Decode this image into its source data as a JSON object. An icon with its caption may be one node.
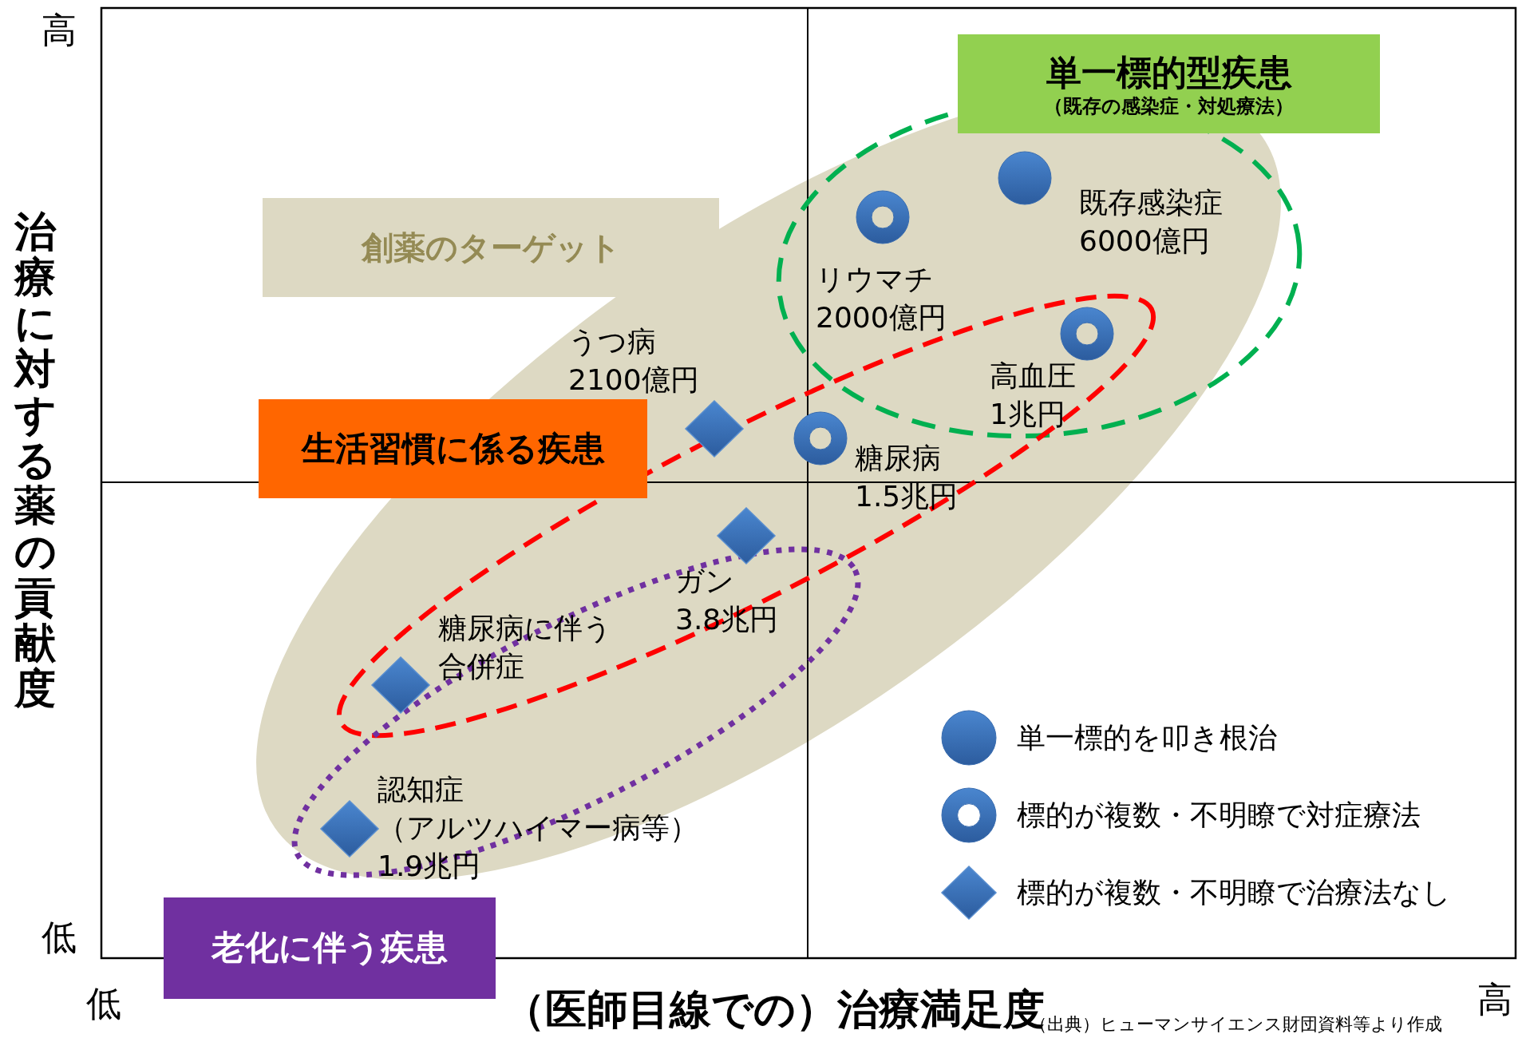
{
  "diagram": {
    "nodes": [
      {
        "text": [
          "単一標的型疾患",
          "（既存の感染症・対処療法）"
        ]
      },
      {
        "text": [
          "創薬のターゲット"
        ]
      },
      {
        "text": [
          "生活習慣に係る疾患"
        ]
      },
      {
        "text": [
          "老化に伴う疾患"
        ]
      },
      {
        "text": [],
        "shape": "circle",
        "beside": [
          "既存感染症 6000億円"
        ]
      },
      {
        "text": [],
        "shape": "ring",
        "beside": [
          "リウマチ 2000億円"
        ]
      },
      {
        "text": [],
        "shape": "ring",
        "beside": [
          "高血圧 1兆円"
        ]
      },
      {
        "text": [],
        "shape": "diamond",
        "beside": [
          "うつ病 2100億円"
        ]
      },
      {
        "text": [],
        "shape": "ring",
        "beside": [
          "糖尿病 1.5兆円"
        ]
      },
      {
        "text": [],
        "shape": "diamond",
        "beside": [
          "ガン 3.8兆円"
        ]
      },
      {
        "text": [],
        "shape": "diamond",
        "beside": [
          "糖尿病に伴う合併症"
        ]
      },
      {
        "text": [],
        "shape": "diamond",
        "beside": [
          "認知症（アルツハイマー病等）1.9兆円"
        ]
      }
    ],
    "labels": [
      "高",
      "治療に対する薬の貢献度",
      "低",
      "低",
      "（医師目線での）治療満足度",
      "高"
    ],
    "legend": [
      {
        "text": "単一標的を叩き根治"
      },
      {
        "text": "標的が複数・不明瞭で対症療法"
      },
      {
        "text": "標的が複数・不明瞭で治療法なし"
      }
    ],
    "caption": "（出典）ヒューマンサイエンス財団資料等より作成"
  }
}
